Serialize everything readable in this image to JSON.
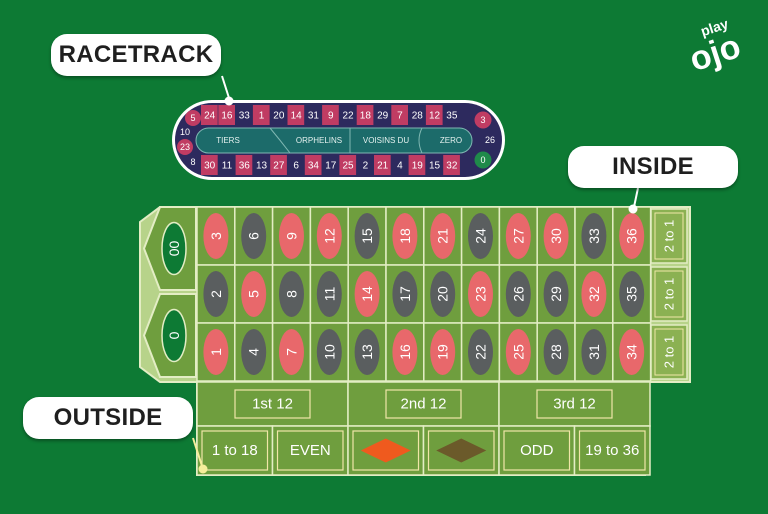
{
  "callouts": {
    "racetrack": "RACETRACK",
    "inside": "INSIDE",
    "outside": "OUTSIDE"
  },
  "logo": {
    "small": "play",
    "big": "ojo"
  },
  "colors": {
    "felt": "#0d7a34",
    "table_green": "#6f9e3e",
    "red": "#e8686b",
    "black": "#5a5e5f",
    "racetrack_red": "#c03c63",
    "racetrack_dark": "#2d2a5e",
    "racetrack_teal": "#1c6b6a"
  },
  "racetrack": {
    "top_row": [
      {
        "n": "24",
        "c": "red"
      },
      {
        "n": "16",
        "c": "red"
      },
      {
        "n": "33",
        "c": "black"
      },
      {
        "n": "1",
        "c": "red"
      },
      {
        "n": "20",
        "c": "black"
      },
      {
        "n": "14",
        "c": "red"
      },
      {
        "n": "31",
        "c": "black"
      },
      {
        "n": "9",
        "c": "red"
      },
      {
        "n": "22",
        "c": "black"
      },
      {
        "n": "18",
        "c": "red"
      },
      {
        "n": "29",
        "c": "black"
      },
      {
        "n": "7",
        "c": "red"
      },
      {
        "n": "28",
        "c": "black"
      },
      {
        "n": "12",
        "c": "red"
      },
      {
        "n": "35",
        "c": "black"
      }
    ],
    "bottom_row": [
      {
        "n": "30",
        "c": "red"
      },
      {
        "n": "11",
        "c": "black"
      },
      {
        "n": "36",
        "c": "red"
      },
      {
        "n": "13",
        "c": "black"
      },
      {
        "n": "27",
        "c": "red"
      },
      {
        "n": "6",
        "c": "black"
      },
      {
        "n": "34",
        "c": "red"
      },
      {
        "n": "17",
        "c": "black"
      },
      {
        "n": "25",
        "c": "red"
      },
      {
        "n": "2",
        "c": "black"
      },
      {
        "n": "21",
        "c": "red"
      },
      {
        "n": "4",
        "c": "black"
      },
      {
        "n": "19",
        "c": "red"
      },
      {
        "n": "15",
        "c": "black"
      },
      {
        "n": "32",
        "c": "red"
      }
    ],
    "left_end": [
      {
        "n": "5",
        "c": "red"
      },
      {
        "n": "10",
        "c": "black"
      },
      {
        "n": "23",
        "c": "red"
      },
      {
        "n": "8",
        "c": "black"
      }
    ],
    "right_end": [
      {
        "n": "3",
        "c": "red"
      },
      {
        "n": "26",
        "c": "black"
      },
      {
        "n": "0",
        "c": "green"
      }
    ],
    "sections": [
      "TIERS",
      "ORPHELINS",
      "VOISINS DU",
      "ZERO"
    ]
  },
  "zeros": [
    "00",
    "0"
  ],
  "grid": {
    "rows": [
      [
        {
          "n": "3",
          "c": "red"
        },
        {
          "n": "6",
          "c": "black"
        },
        {
          "n": "9",
          "c": "red"
        },
        {
          "n": "12",
          "c": "red"
        },
        {
          "n": "15",
          "c": "black"
        },
        {
          "n": "18",
          "c": "red"
        },
        {
          "n": "21",
          "c": "red"
        },
        {
          "n": "24",
          "c": "black"
        },
        {
          "n": "27",
          "c": "red"
        },
        {
          "n": "30",
          "c": "red"
        },
        {
          "n": "33",
          "c": "black"
        },
        {
          "n": "36",
          "c": "red"
        }
      ],
      [
        {
          "n": "2",
          "c": "black"
        },
        {
          "n": "5",
          "c": "red"
        },
        {
          "n": "8",
          "c": "black"
        },
        {
          "n": "11",
          "c": "black"
        },
        {
          "n": "14",
          "c": "red"
        },
        {
          "n": "17",
          "c": "black"
        },
        {
          "n": "20",
          "c": "black"
        },
        {
          "n": "23",
          "c": "red"
        },
        {
          "n": "26",
          "c": "black"
        },
        {
          "n": "29",
          "c": "black"
        },
        {
          "n": "32",
          "c": "red"
        },
        {
          "n": "35",
          "c": "black"
        }
      ],
      [
        {
          "n": "1",
          "c": "red"
        },
        {
          "n": "4",
          "c": "black"
        },
        {
          "n": "7",
          "c": "red"
        },
        {
          "n": "10",
          "c": "black"
        },
        {
          "n": "13",
          "c": "black"
        },
        {
          "n": "16",
          "c": "red"
        },
        {
          "n": "19",
          "c": "red"
        },
        {
          "n": "22",
          "c": "black"
        },
        {
          "n": "25",
          "c": "red"
        },
        {
          "n": "28",
          "c": "black"
        },
        {
          "n": "31",
          "c": "black"
        },
        {
          "n": "34",
          "c": "red"
        }
      ]
    ],
    "column_bets": [
      "2 to 1",
      "2 to 1",
      "2 to 1"
    ]
  },
  "dozens": [
    "1st 12",
    "2nd 12",
    "3rd 12"
  ],
  "outside_bets": [
    {
      "label": "1 to 18",
      "type": "text"
    },
    {
      "label": "EVEN",
      "type": "text"
    },
    {
      "label": "",
      "type": "red-diamond"
    },
    {
      "label": "",
      "type": "black-diamond"
    },
    {
      "label": "ODD",
      "type": "text"
    },
    {
      "label": "19 to 36",
      "type": "text"
    }
  ]
}
